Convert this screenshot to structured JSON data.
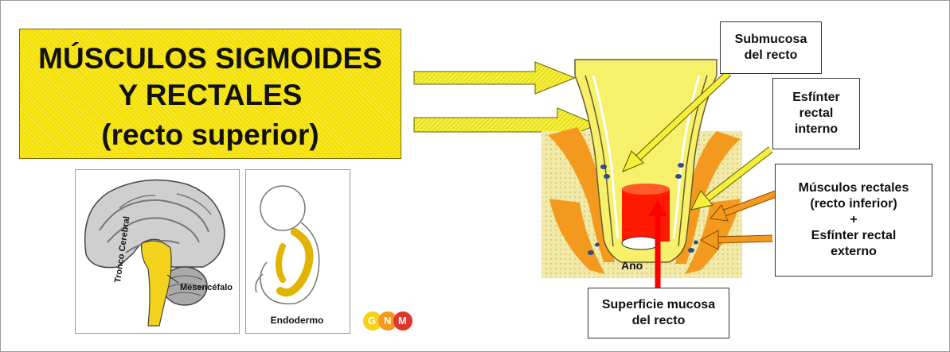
{
  "title": {
    "line1": "MÚSCULOS SIGMOIDES",
    "line2": "Y RECTALES",
    "line3": "(recto superior)"
  },
  "brain": {
    "label_tronco": "Tronco Cerebral",
    "label_mesencefalo": "Mesencéfalo"
  },
  "embryo": {
    "label": "Endodermo"
  },
  "logo": {
    "letters": [
      "G",
      "N",
      "M"
    ]
  },
  "labels": {
    "submucosa": [
      "Submucosa",
      "del recto"
    ],
    "esfinter_interno": [
      "Esfínter",
      "rectal",
      "interno"
    ],
    "musculos": [
      "Músculos rectales",
      "(recto inferior)",
      "+",
      "Esfínter rectal",
      "externo"
    ],
    "superficie": [
      "Superficie mucosa",
      "del recto"
    ],
    "ano": "Ano"
  },
  "colors": {
    "title_bg": "#f4e000",
    "yellow": "#f5ef3a",
    "orange": "#f39a1e",
    "red": "#ff1a00"
  }
}
